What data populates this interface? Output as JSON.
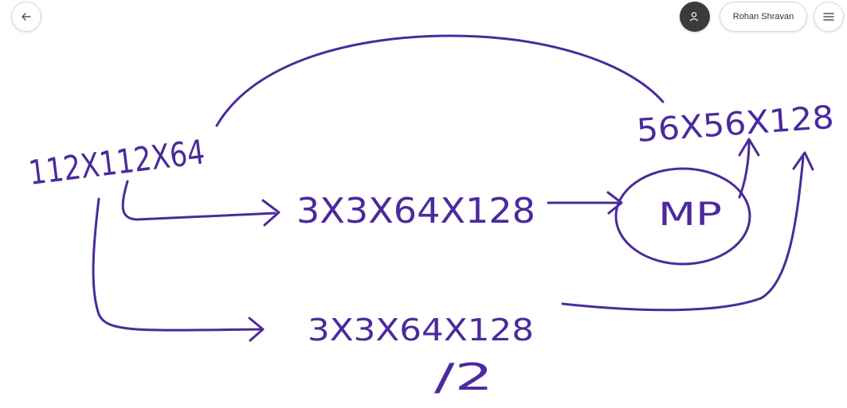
{
  "toolbar": {
    "back_icon": "arrow-left-icon",
    "avatar_icon": "person-icon",
    "user_name": "Rohan Shravan",
    "menu_icon": "hamburger-menu-icon"
  },
  "ink_color": "#4b2a9b",
  "diagram": {
    "input_dims": "112X112X64",
    "conv_top": "3X3X64X128",
    "maxpool": "MP",
    "output_dims": "56X56X128",
    "conv_bottom": "3X3X64X128",
    "stride": "/2"
  }
}
